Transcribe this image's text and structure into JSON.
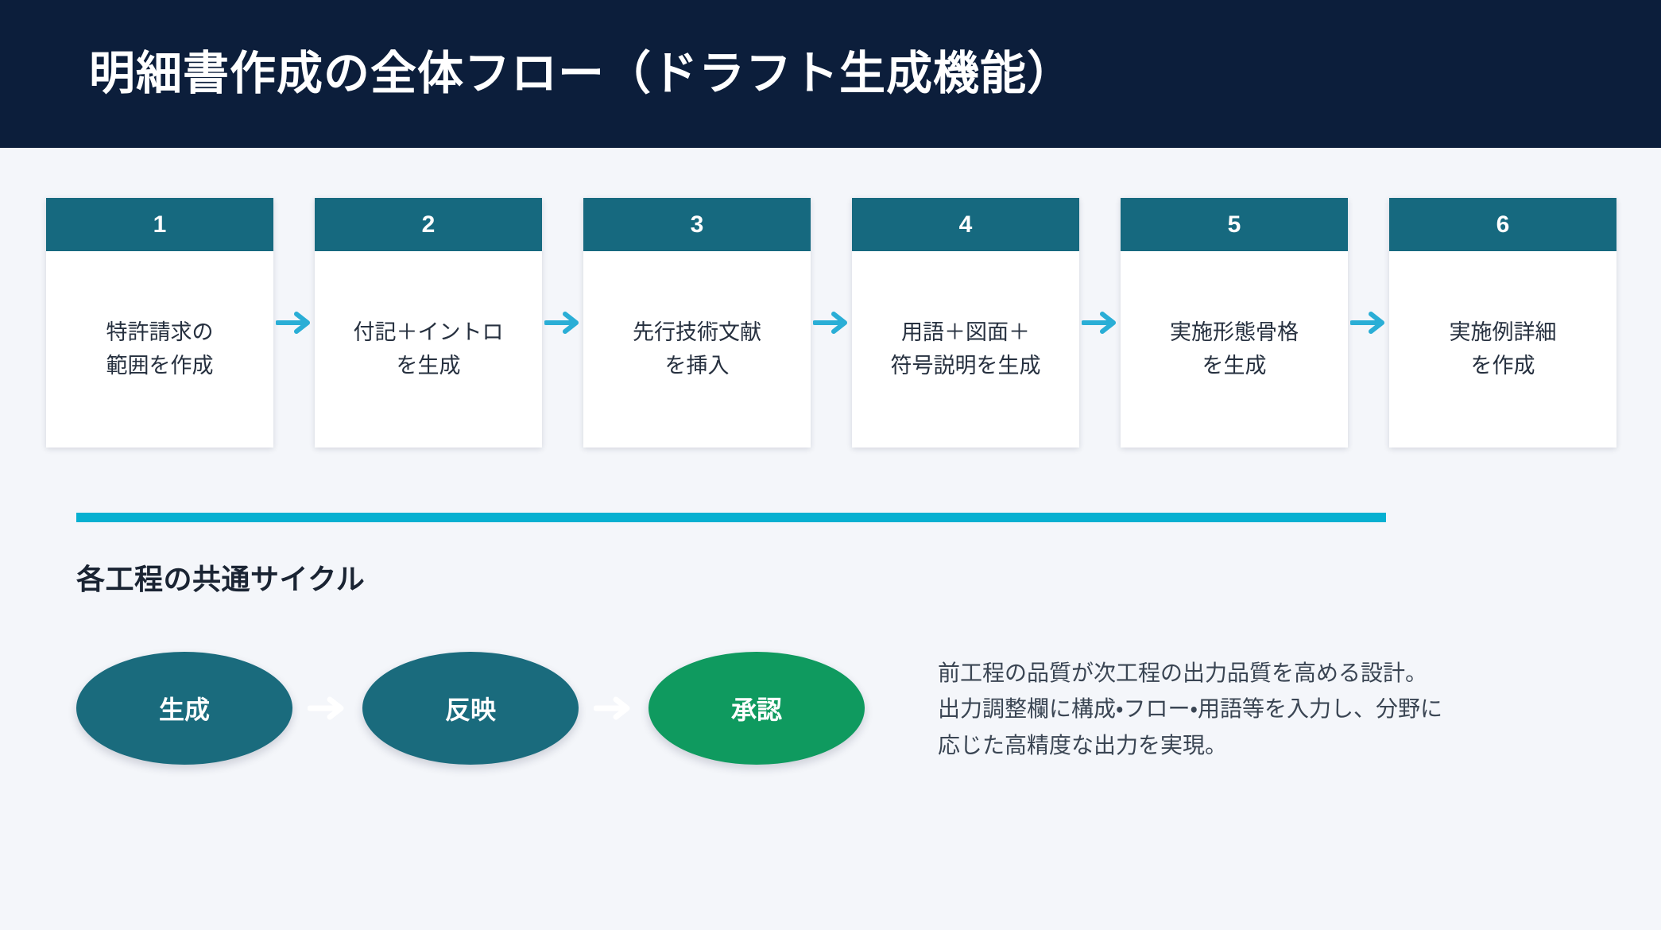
{
  "header": {
    "title": "明細書作成の全体フロー（ドラフト生成機能）",
    "background_color": "#0c1e3b",
    "text_color": "#ffffff"
  },
  "theme": {
    "page_background": "#f4f6fa",
    "card_header_color": "#16697f",
    "card_body_color": "#ffffff",
    "divider_color": "#06b0d1",
    "step_arrow_color": "#2aaed6",
    "ellipse_teal": "#1a6b7d",
    "ellipse_green": "#0f9a5f",
    "body_text_color": "#26303f"
  },
  "steps": {
    "arrow_icon": "arrow-right-icon",
    "items": [
      {
        "number": "1",
        "label": "特許請求の\n範囲を作成"
      },
      {
        "number": "2",
        "label": "付記＋イントロ\nを生成"
      },
      {
        "number": "3",
        "label": "先行技術文献\nを挿入"
      },
      {
        "number": "4",
        "label": "用語＋図面＋\n符号説明を生成"
      },
      {
        "number": "5",
        "label": "実施形態骨格\nを生成"
      },
      {
        "number": "6",
        "label": "実施例詳細\nを作成"
      }
    ]
  },
  "cycle": {
    "heading": "各工程の共通サイクル",
    "arrow_icon": "arrow-right-icon",
    "nodes": [
      {
        "label": "生成",
        "color": "teal"
      },
      {
        "label": "反映",
        "color": "teal"
      },
      {
        "label": "承認",
        "color": "green"
      }
    ],
    "note": "前工程の品質が次工程の出力品質を高める設計。\n出力調整欄に構成・フロー・用語等を入力し、分野に\n応じた高精度な出力を実現。"
  }
}
